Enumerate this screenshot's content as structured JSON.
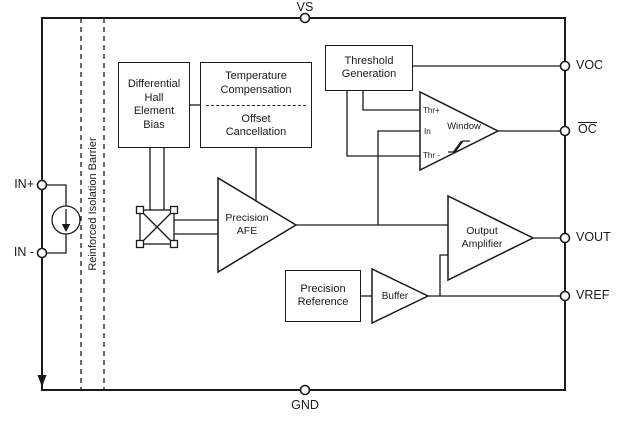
{
  "pins": {
    "vs": "VS",
    "gnd": "GND",
    "in_plus": "IN+",
    "in_minus": "IN -",
    "voc": "VOC",
    "oc": "OC",
    "vout": "VOUT",
    "vref": "VREF"
  },
  "isolation_barrier_label": "Reinforced Isolation Barrier",
  "blocks": {
    "differential_hall_bias": "Differential Hall Element Bias",
    "temperature_compensation": "Temperature Compensation",
    "offset_cancellation": "Offset Cancellation",
    "threshold_generation": "Threshold Generation",
    "precision_afe": "Precision AFE",
    "window_comparator": "Window",
    "comparator_inputs": {
      "thr_plus": "Thr+",
      "in": "In",
      "thr_minus": "Thr -"
    },
    "output_amplifier": "Output Amplifier",
    "precision_reference": "Precision Reference",
    "buffer": "Buffer"
  },
  "colors": {
    "line": "#1a1a1a",
    "background": "#ffffff"
  }
}
